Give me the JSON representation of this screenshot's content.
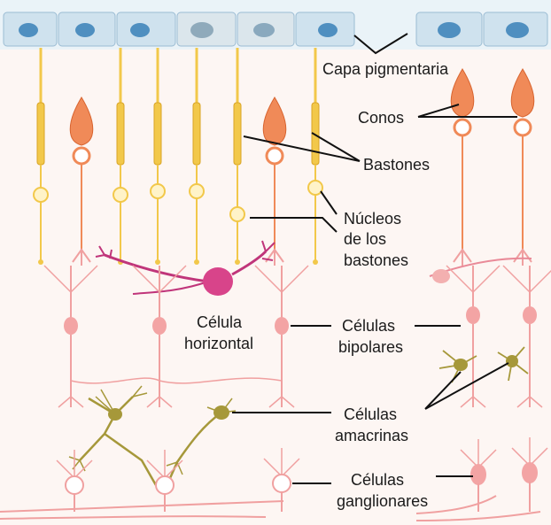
{
  "labels": {
    "pigment_layer": "Capa pigmentaria",
    "cones": "Conos",
    "rods": "Bastones",
    "rod_nuclei_1": "Núcleos",
    "rod_nuclei_2": "de los",
    "rod_nuclei_3": "bastones",
    "horizontal_1": "Célula",
    "horizontal_2": "horizontal",
    "bipolar_1": "Células",
    "bipolar_2": "bipolares",
    "amacrine_1": "Células",
    "amacrine_2": "amacrinas",
    "ganglion_1": "Células",
    "ganglion_2": "ganglionares"
  },
  "colors": {
    "background": "#fdf6f3",
    "pigment_cell": "#cfe2ee",
    "pigment_nucleus": "#4f8fc0",
    "rod": "#f2c84a",
    "cone": "#f08a58",
    "neuron": "#f0a0a0",
    "horizontal_cell": "#c0357a",
    "amacrine_cell": "#a6983a",
    "leader_line": "#111111"
  }
}
